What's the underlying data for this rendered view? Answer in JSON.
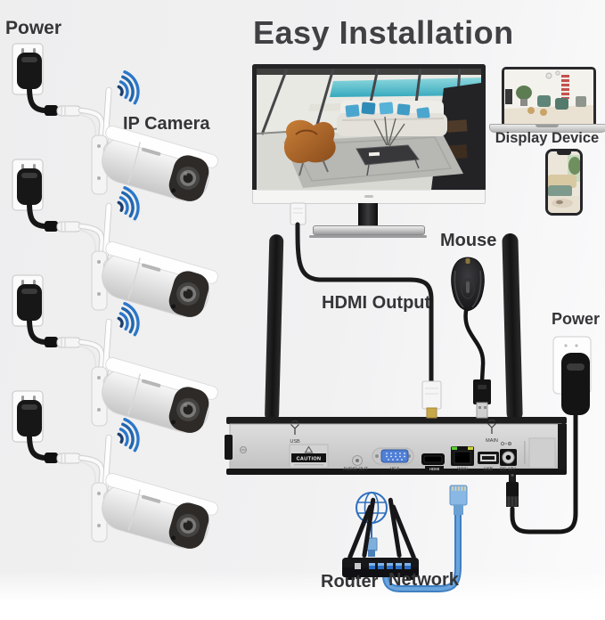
{
  "title": "Easy Installation",
  "labels": {
    "power_left": "Power",
    "ip_camera": "IP Camera",
    "display_device": "Display Device",
    "mouse": "Mouse",
    "hdmi_output": "HDMI Output",
    "power_right": "Power",
    "router": "Router",
    "network": "Network"
  },
  "cameras": {
    "count": 4
  },
  "nvr": {
    "antenna_left_label": "USB",
    "antenna_right_label": "MAIN",
    "caution_label": "CAUTION",
    "port_labels": {
      "audio_out": "AUDIO OUT",
      "vga": "VGA",
      "hdmi": "HDMI",
      "wan": "WAN",
      "usb": "USB",
      "dc": "DC 12V"
    }
  },
  "colors": {
    "title_gray": "#414144",
    "wifi_blue": "#2b77c9",
    "network_blue": "#4a8fd2",
    "vga_port_blue": "#4f7fd6",
    "wan_led_green": "#5ad032",
    "wan_led_yellow": "#ccd23e",
    "pool_teal": "#35a9bd",
    "chair_orange": "#b5672a"
  }
}
